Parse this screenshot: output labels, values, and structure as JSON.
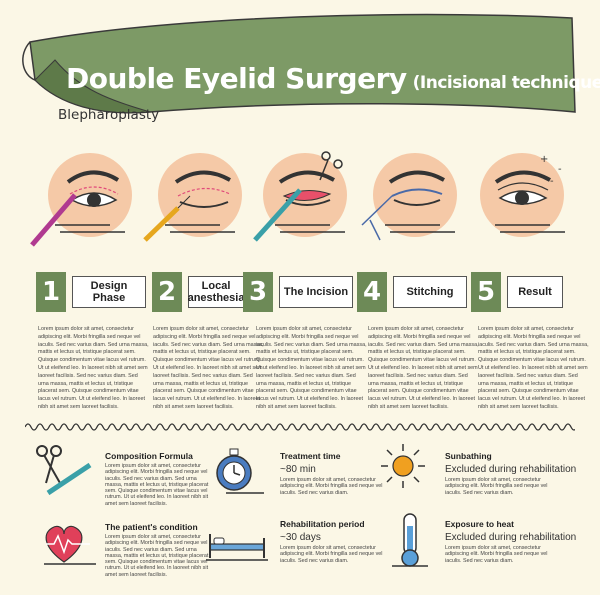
{
  "header": {
    "title": "Double Eyelid Surgery",
    "title_suffix": "(Incisional technique)",
    "subtitle": "Blepharoplasty"
  },
  "colors": {
    "accent_green": "#6d8a57",
    "skin": "#f5c9a7",
    "background": "#fbf7e6"
  },
  "steps": [
    {
      "number": "1",
      "label": "Design Phase",
      "illustration": "eye-marker-illustration"
    },
    {
      "number": "2",
      "label": "Local anesthesia",
      "illustration": "eye-syringe-illustration"
    },
    {
      "number": "3",
      "label": "The Incision",
      "illustration": "eye-scalpel-illustration"
    },
    {
      "number": "4",
      "label": "Stitching",
      "illustration": "eye-suture-illustration"
    },
    {
      "number": "5",
      "label": "Result",
      "illustration": "eye-result-illustration"
    }
  ],
  "lorem_text": "Lorem ipsum dolor sit amet, consectetur adipiscing elit. Morbi fringilla sed neque vel iaculis. Sed nec varius diam. Sed urna massa, mattis et lectus ut, tristique placerat sem. Quisque condimentum vitae lacus vel rutrum. Ut ut eleifend leo. In laoreet nibh sit amet sem laoreet facilisis. Sed nec varius diam. Sed urna massa, mattis et lectus ut, tristique placerat sem. Quisque condimentum vitae lacus vel rutrum. Ut ut eleifend leo. In laoreet nibh sit amet sem laoreet facilisis.",
  "features": [
    {
      "title": "Composition Formula",
      "value": "",
      "icon": "surgical-tools-icon",
      "body": "Lorem ipsum dolor sit amet, consectetur adipiscing elit. Morbi fringilla sed neque vel iaculis. Sed nec varius diam. Sed urna massa, mattis et lectus ut, tristique placerat sem. Quisque condimentum vitae lacus vel rutrum. Ut ut eleifend leo. In laoreet nibh sit amet sem laoreet facilisis."
    },
    {
      "title": "Treatment time",
      "value": "~80 min",
      "icon": "stopwatch-icon",
      "body": "Lorem ipsum dolor sit amet, consectetur adipiscing elit. Morbi fringilla sed neque vel iaculis. Sed nec varius diam."
    },
    {
      "title": "Sunbathing",
      "value": "Excluded during rehabilitation",
      "icon": "sun-icon",
      "body": "Lorem ipsum dolor sit amet, consectetur adipiscing elit. Morbi fringilla sed neque vel iaculis. Sed nec varius diam."
    },
    {
      "title": "The patient's condition",
      "value": "",
      "icon": "heart-pulse-icon",
      "body": "Lorem ipsum dolor sit amet, consectetur adipiscing elit. Morbi fringilla sed neque vel iaculis. Sed nec varius diam. Sed urna massa, mattis et lectus ut, tristique placerat sem. Quisque condimentum vitae lacus vel rutrum. Ut ut eleifend leo. In laoreet nibh sit amet sem laoreet facilisis."
    },
    {
      "title": "Rehabilitation period",
      "value": "~30 days",
      "icon": "hospital-bed-icon",
      "body": "Lorem ipsum dolor sit amet, consectetur adipiscing elit. Morbi fringilla sed neque vel iaculis. Sed nec varius diam."
    },
    {
      "title": "Exposure to heat",
      "value": "Excluded during rehabilitation",
      "icon": "thermometer-icon",
      "body": "Lorem ipsum dolor sit amet, consectetur adipiscing elit. Morbi fringilla sed neque vel iaculis. Sed nec varius diam."
    }
  ]
}
